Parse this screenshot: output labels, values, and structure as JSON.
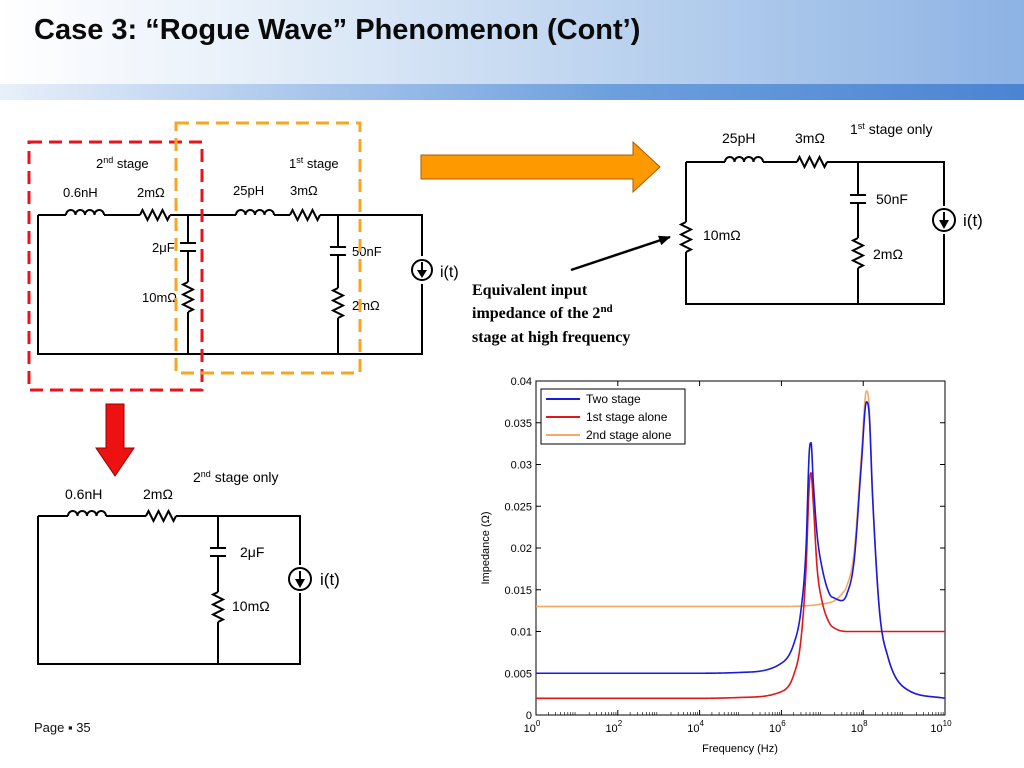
{
  "slide": {
    "title": "Case 3: “Rogue Wave” Phenomenon (Cont’)",
    "footer": "Page ▪ 35"
  },
  "circuits": {
    "two_stage": {
      "stage2_label_num": "2",
      "stage2_label_sup": "nd",
      "stage2_label_rest": " stage",
      "stage1_label_num": "1",
      "stage1_label_sup": "st",
      "stage1_label_rest": " stage",
      "inductor2": "0.6nH",
      "resistor2": "2mΩ",
      "capacitor2": "2μF",
      "damping2": "10mΩ",
      "inductor1": "25pH",
      "resistor1": "3mΩ",
      "capacitor1": "50nF",
      "damping1": "2mΩ",
      "source": "i(t)"
    },
    "first_stage_only": {
      "label_num": "1",
      "label_sup": "st",
      "label_rest": " stage only",
      "inductor": "25pH",
      "resistor": "3mΩ",
      "capacitor": "50nF",
      "damping": "2mΩ",
      "equivalent_resistor": "10mΩ",
      "source": "i(t)"
    },
    "second_stage_only": {
      "label_num": "2",
      "label_sup": "nd",
      "label_rest": " stage only",
      "inductor": "0.6nH",
      "resistor": "2mΩ",
      "capacitor": "2μF",
      "damping": "10mΩ",
      "source": "i(t)"
    }
  },
  "annotation": {
    "line1": "Equivalent input",
    "line2_main": "impedance of the 2",
    "line2_sup": "nd",
    "line3": "stage at high frequency"
  },
  "colors": {
    "red_box": "#e8141c",
    "orange_box": "#f5a623",
    "orange_arrow": "#ff9900",
    "red_arrow": "#ee1111",
    "series_two_stage": "#1a1adc",
    "series_first_stage": "#e01818",
    "series_second_stage": "#f8a866"
  },
  "chart_data": {
    "type": "line",
    "xscale": "log",
    "xlim": [
      1,
      10000000000
    ],
    "ylim": [
      0,
      0.04
    ],
    "xlabel": "Frequency (Hz)",
    "ylabel": "Impedance (Ω)",
    "x_ticks": [
      {
        "base": "10",
        "exp": "0",
        "value": 1
      },
      {
        "base": "10",
        "exp": "2",
        "value": 100
      },
      {
        "base": "10",
        "exp": "4",
        "value": 10000
      },
      {
        "base": "10",
        "exp": "6",
        "value": 1000000
      },
      {
        "base": "10",
        "exp": "8",
        "value": 100000000
      },
      {
        "base": "10",
        "exp": "10",
        "value": 10000000000
      }
    ],
    "y_ticks": [
      "0",
      "0.005",
      "0.01",
      "0.015",
      "0.02",
      "0.025",
      "0.03",
      "0.035",
      "0.04"
    ],
    "legend_position": "top-left",
    "series": [
      {
        "name": "Two stage",
        "color": "#1a1adc",
        "x": [
          1,
          100,
          10000,
          100000,
          1000000,
          2000000,
          3000000,
          4000000,
          4800000,
          5300000,
          6000000,
          7500000,
          10000000,
          15000000,
          20000000,
          30000000,
          40000000,
          60000000,
          90000000,
          120000000,
          140000000,
          170000000,
          250000000,
          400000000,
          1000000000,
          10000000000
        ],
        "y": [
          0.005,
          0.005,
          0.005,
          0.0051,
          0.0062,
          0.0085,
          0.0125,
          0.02,
          0.0315,
          0.0326,
          0.028,
          0.0215,
          0.0175,
          0.0145,
          0.014,
          0.0137,
          0.0145,
          0.0185,
          0.03,
          0.0375,
          0.036,
          0.026,
          0.0125,
          0.007,
          0.0033,
          0.002
        ]
      },
      {
        "name": "1st stage alone",
        "color": "#e01818",
        "x": [
          1,
          100,
          10000,
          100000,
          1000000,
          2000000,
          3000000,
          4000000,
          4800000,
          5300000,
          6000000,
          7500000,
          10000000,
          15000000,
          20000000,
          40000000,
          100000000,
          1000000000,
          10000000000
        ],
        "y": [
          0.002,
          0.002,
          0.002,
          0.0021,
          0.0028,
          0.0048,
          0.009,
          0.0175,
          0.0275,
          0.029,
          0.0255,
          0.0175,
          0.0135,
          0.011,
          0.0104,
          0.01,
          0.01,
          0.01,
          0.01
        ]
      },
      {
        "name": "2nd stage alone",
        "color": "#f8a866",
        "x": [
          1,
          100,
          10000,
          1000000,
          10000000,
          20000000,
          30000000,
          40000000,
          60000000,
          90000000,
          120000000,
          140000000,
          170000000,
          250000000,
          400000000,
          1000000000,
          10000000000
        ],
        "y": [
          0.013,
          0.013,
          0.013,
          0.013,
          0.0133,
          0.0137,
          0.0145,
          0.0155,
          0.0195,
          0.031,
          0.0388,
          0.037,
          0.0265,
          0.0125,
          0.007,
          0.0033,
          0.002
        ]
      }
    ]
  }
}
